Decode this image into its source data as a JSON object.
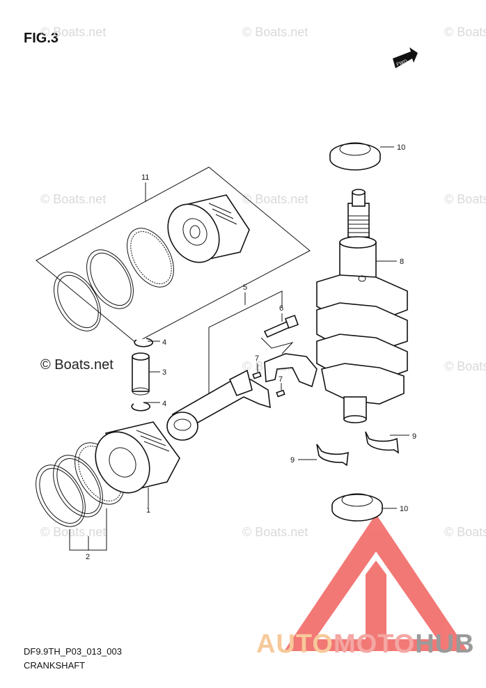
{
  "figure": {
    "title": "FIG.3",
    "code": "DF9.9TH_P03_013_003",
    "name": "CRANKSHAFT"
  },
  "fwd_badge": "FWD",
  "watermark": {
    "text": "© Boats.net"
  },
  "brand": {
    "part1": "AUTO",
    "part2": "MOTO",
    "part3": "HUB"
  },
  "callouts": [
    "1",
    "2",
    "3",
    "4",
    "4",
    "5",
    "6",
    "7",
    "7",
    "8",
    "9",
    "9",
    "10",
    "10",
    "11"
  ]
}
